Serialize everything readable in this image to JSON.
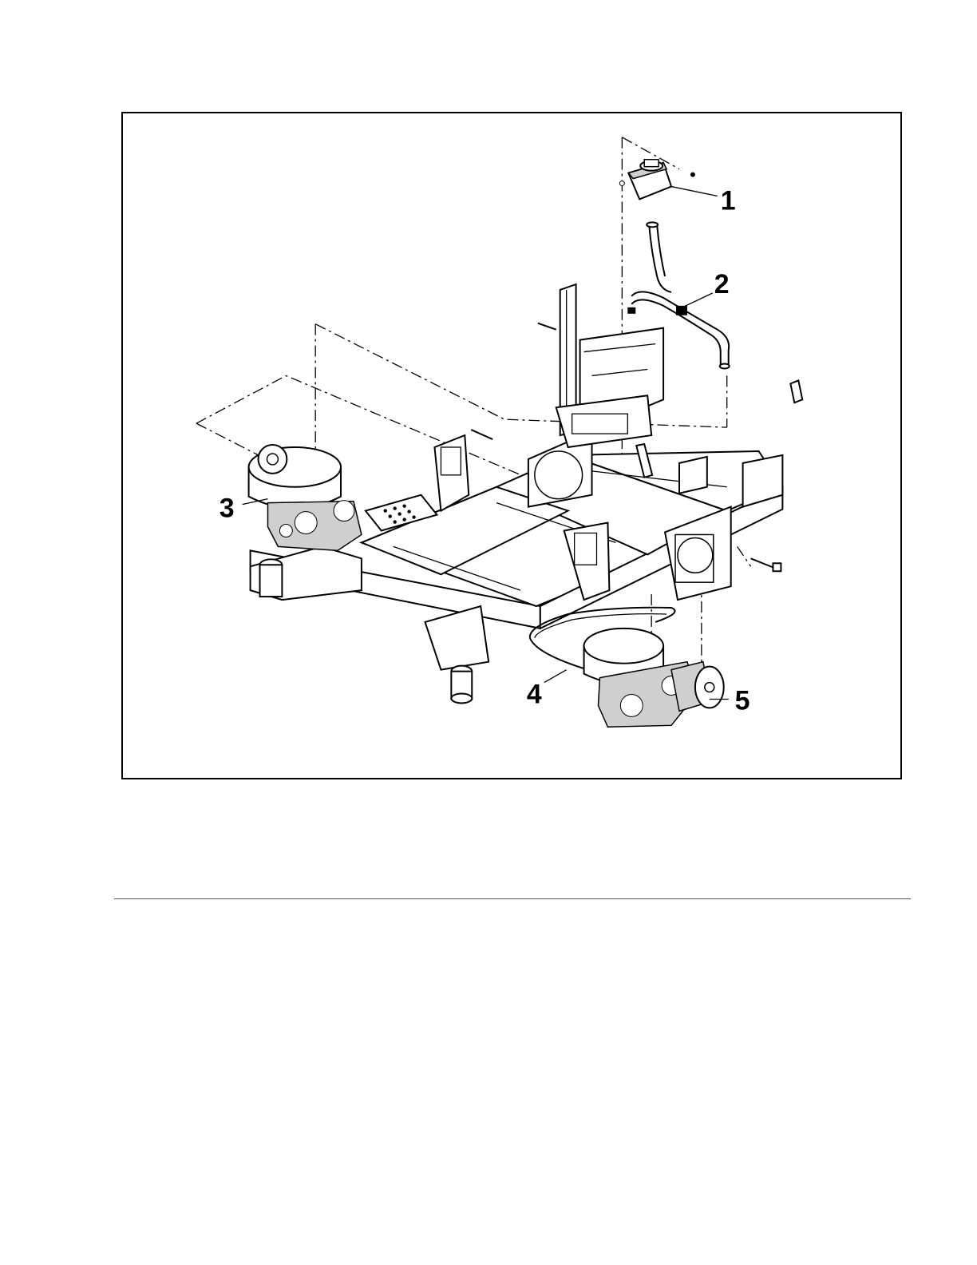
{
  "figure": {
    "callouts": [
      {
        "number": "1"
      },
      {
        "number": "2"
      },
      {
        "number": "3"
      },
      {
        "number": "4"
      },
      {
        "number": "5"
      }
    ]
  }
}
